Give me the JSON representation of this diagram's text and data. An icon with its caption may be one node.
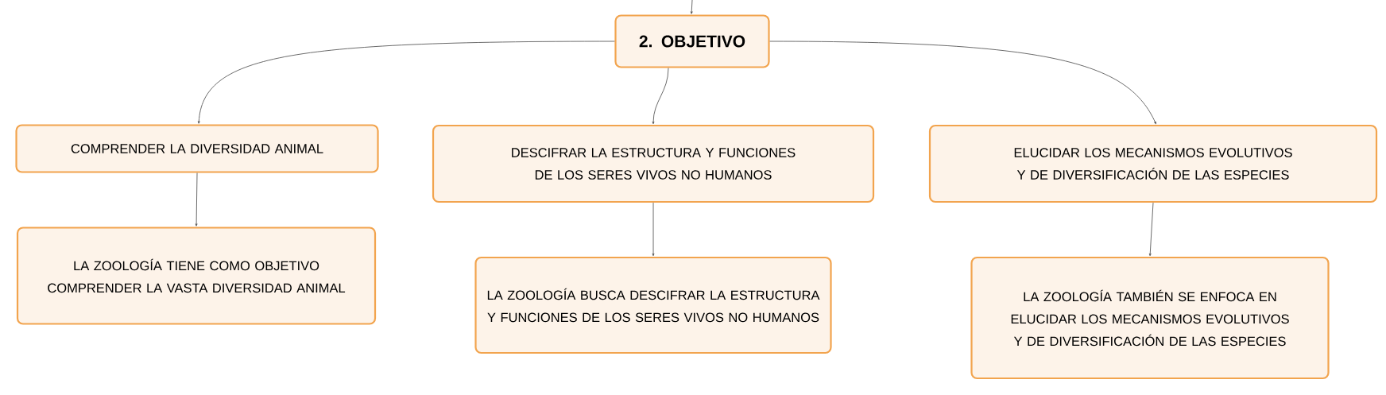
{
  "diagram": {
    "nodes": [
      {
        "text": [
          "2. OBJETIVO"
        ]
      },
      {
        "text": [
          "COMPRENDER LA DIVERSIDAD ANIMAL"
        ]
      },
      {
        "text": [
          "DESCIFRAR LA ESTRUCTURA Y FUNCIONES DE LOS SERES VIVOS NO HUMANOS"
        ]
      },
      {
        "text": [
          "ELUCIDAR LOS MECANISMOS EVOLUTIVOS Y DE DIVERSIFICACIÓN DE LAS ESPECIES"
        ]
      },
      {
        "text": [
          "LA ZOOLOGÍA TIENE COMO OBJETIVO COMPRENDER LA VASTA DIVERSIDAD ANIMAL"
        ]
      },
      {
        "text": [
          "LA ZOOLOGÍA BUSCA DESCIFRAR LA ESTRUCTURA Y FUNCIONES DE LOS SERES VIVOS NO HUMANOS"
        ]
      },
      {
        "text": [
          "LA ZOOLOGÍA TAMBIÉN SE ENFOCA EN ELUCIDAR LOS MECANISMOS EVOLUTIVOS Y DE DIVERSIFICACIÓN DE LAS ESPECIES"
        ]
      }
    ],
    "edges": [
      {
        "from": null,
        "to": 0,
        "arrow": "to"
      },
      {
        "from": 0,
        "to": 1,
        "arrow": "to"
      },
      {
        "from": 0,
        "to": 2,
        "arrow": "to"
      },
      {
        "from": 0,
        "to": 3,
        "arrow": "to"
      },
      {
        "from": 1,
        "to": 4,
        "arrow": "to"
      },
      {
        "from": 2,
        "to": 5,
        "arrow": "to"
      },
      {
        "from": 3,
        "to": 6,
        "arrow": "to"
      }
    ]
  }
}
